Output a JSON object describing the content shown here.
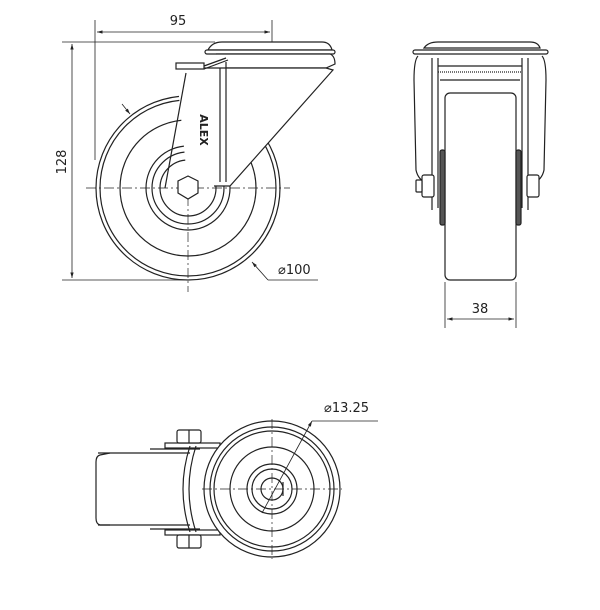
{
  "drawing": {
    "title": "Swivel castor technical drawing",
    "line_color": "#222222",
    "views": {
      "side": {
        "width_label": "95",
        "height_label": "128",
        "diameter_label": "⌀100",
        "logo_text": "ALEX"
      },
      "front": {
        "tread_width_label": "38"
      },
      "bottom": {
        "bore_label": "⌀13.25"
      }
    }
  }
}
